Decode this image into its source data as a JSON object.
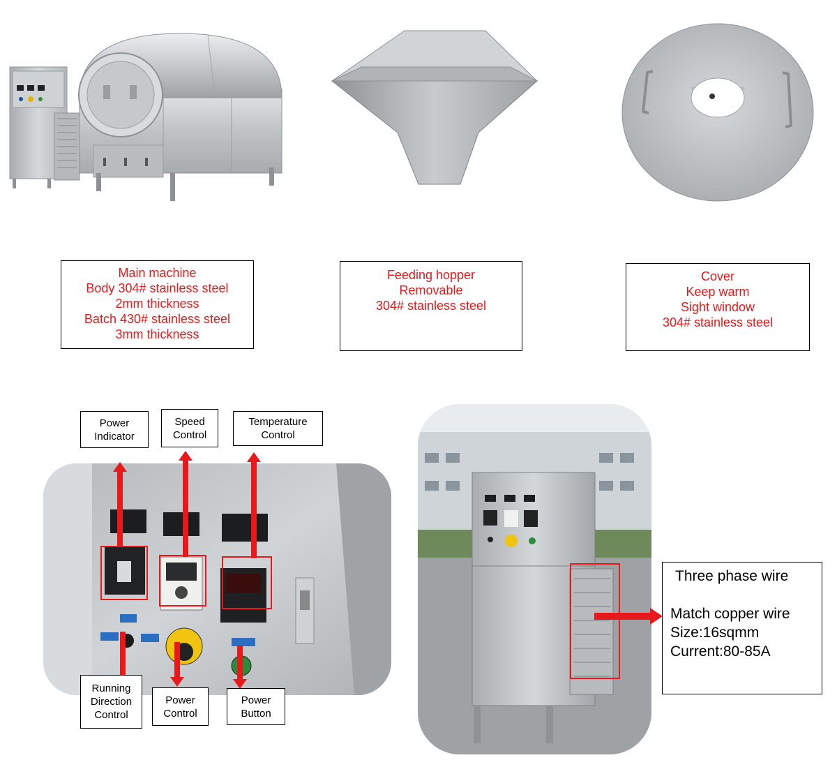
{
  "top_captions": {
    "main_machine": [
      "Main machine",
      "Body 304# stainless steel",
      "2mm thickness",
      "Batch 430# stainless steel",
      "3mm thickness"
    ],
    "feeding_hopper": [
      "Feeding hopper",
      "Removable",
      "304# stainless steel"
    ],
    "cover": [
      "Cover",
      "Keep warm",
      "Sight window",
      "304# stainless steel"
    ]
  },
  "panel_labels": {
    "power_indicator": [
      "Power",
      "Indicator"
    ],
    "speed_control": [
      "Speed",
      "Control"
    ],
    "temperature_control": [
      "Temperature",
      "Control"
    ],
    "running_direction": [
      "Running",
      "Direction",
      "Control"
    ],
    "power_control": [
      "Power",
      "Control"
    ],
    "power_button": [
      "Power",
      "Button"
    ]
  },
  "wire_info": {
    "title": "Three phase wire",
    "lines": [
      "Match copper wire",
      "Size:16sqmm",
      "Current:80-85A"
    ]
  },
  "colors": {
    "accent_red": "#e8191a",
    "steel": "#b9bcbf"
  }
}
